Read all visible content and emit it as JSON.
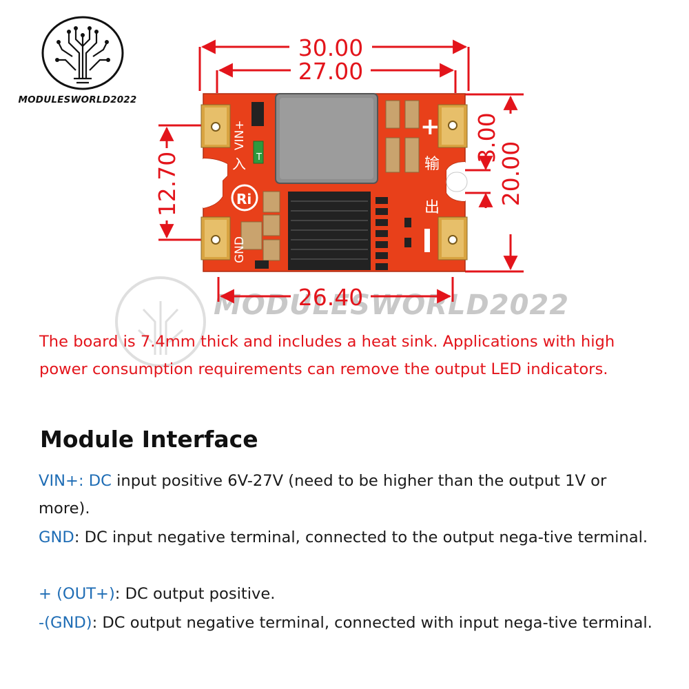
{
  "brand": {
    "logo_text": "MODULESWORLD2022",
    "watermark_text": "MODULESWORLD2022"
  },
  "board": {
    "dimensions": {
      "outer_width": "30.00",
      "inner_width": "27.00",
      "bottom_width": "26.40",
      "hole_pitch": "12.70",
      "height": "20.00",
      "slot": "3.00"
    },
    "labels": {
      "vin_plus": "VIN+",
      "gnd": "GND",
      "input_char": "入",
      "output_char_1": "输",
      "output_char_2": "出",
      "plus": "+",
      "minus": "-",
      "logo_mark": "Ri",
      "led_mark": "T"
    }
  },
  "note": "The board is 7.4mm thick and includes a heat sink. Applications with high power consumption requirements can remove the output LED indicators.",
  "section_title": "Module Interface",
  "interface": [
    {
      "key": "VIN+: DC",
      "text": " input positive 6V-27V (need to be higher than the output 1V or more)."
    },
    {
      "key": "GND",
      "text": ": DC input negative terminal, connected to the output nega-tive terminal."
    },
    {
      "key": "+ (OUT+)",
      "text": ": DC output positive."
    },
    {
      "key": "-(GND)",
      "text": ": DC output negative terminal, connected with input nega-tive terminal."
    }
  ],
  "colors": {
    "pcb": "#e8401a",
    "dimension": "#e3141b",
    "key_text": "#1f6db5",
    "pad": "#d9a441"
  }
}
